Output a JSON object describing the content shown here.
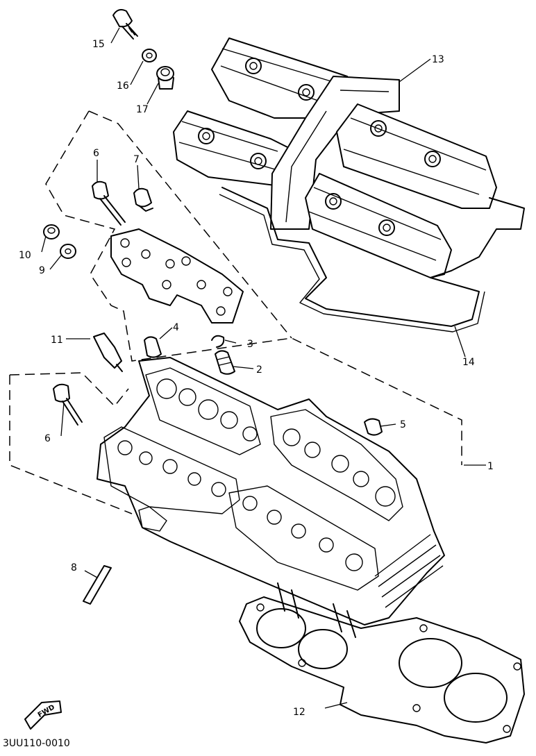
{
  "labels": {
    "p1": "1",
    "p2": "2",
    "p3": "3",
    "p4": "4",
    "p5": "5",
    "p6a": "6",
    "p6b": "6",
    "p7": "7",
    "p8": "8",
    "p9": "9",
    "p10": "10",
    "p11": "11",
    "p12": "12",
    "p13": "13",
    "p14": "14",
    "p15": "15",
    "p16": "16",
    "p17": "17"
  },
  "diagram_code": "3UU110-0010",
  "fwd_label": "FWD",
  "icons": {
    "fwd_arrow": "fwd-arrow-icon"
  }
}
